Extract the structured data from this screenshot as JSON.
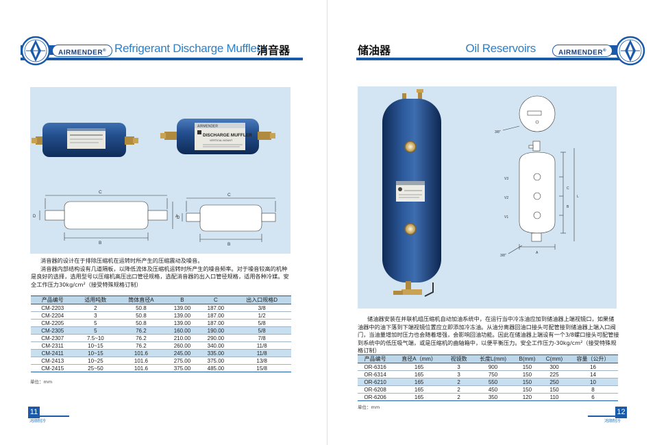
{
  "left": {
    "brand": "AIRMENDER",
    "brand_mark": "®",
    "title_en": "Refrigerant Discharge Mufflers",
    "title_cn": "消音器",
    "product_label": {
      "brand": "AIRMENDER",
      "title": "DISCHARGE MUFFLER",
      "sub": "VERTICAL MOUNT"
    },
    "drawing_labels": {
      "c": "C",
      "b": "B",
      "d": "D",
      "a": "A"
    },
    "paragraphs": [
      "消音器的设计在于排除压缩机在运转时所产生的压缩震动及噪音。",
      "消音器内部结构设有几道隔板，以降低流体及压缩机运转时所产生的噪音频率。对于噪音较高的机种是良好的选择，选用型号以压缩机高压出口管径规格，选配消音器的出入口管径规格，适用各种冷媒。安全工作压力30kg/cm²（接受特殊规格订制）"
    ],
    "table": {
      "headers": [
        "产品编号",
        "适用吨数",
        "筒体直径A",
        "B",
        "C",
        "出入口规格D"
      ],
      "rows": [
        [
          "CM-2203",
          "2",
          "50.8",
          "139.00",
          "187.00",
          "3/8"
        ],
        [
          "CM-2204",
          "3",
          "50.8",
          "139.00",
          "187.00",
          "1/2"
        ],
        [
          "CM-2205",
          "5",
          "50.8",
          "139.00",
          "187.00",
          "5/8"
        ],
        [
          "CM-2305",
          "5",
          "76.2",
          "160.00",
          "190.00",
          "5/8"
        ],
        [
          "CM-2307",
          "7.5~10",
          "76.2",
          "210.00",
          "290.00",
          "7/8"
        ],
        [
          "CM-2311",
          "10~15",
          "76.2",
          "260.00",
          "340.00",
          "11/8"
        ],
        [
          "CM-2411",
          "10~15",
          "101.6",
          "245.00",
          "335.00",
          "11/8"
        ],
        [
          "CM-2413",
          "10~25",
          "101.6",
          "275.00",
          "375.00",
          "13/8"
        ],
        [
          "CM-2415",
          "25~50",
          "101.6",
          "375.00",
          "485.00",
          "15/8"
        ]
      ]
    },
    "unit_note": "单位：mm",
    "page_number": "11",
    "footer_brand": "鸿顺制冷"
  },
  "right": {
    "brand": "AIRMENDER",
    "brand_mark": "®",
    "title_en": "Oil Reservoirs",
    "title_cn": "储油器",
    "drawing_labels": {
      "fitting_top": "3/8\"",
      "fitting_bottom": "3/8\"",
      "v3": "V3",
      "v2": "V2",
      "v1": "V1",
      "l": "L",
      "c": "C",
      "b": "B",
      "a": "A"
    },
    "paragraphs": [
      "储油器安装在并联机组压缩机自动加油系统中，在运行当中冷冻油应加到储油器上端视镜口，如果储油器中的油下落到下端视镜位置应立即添加冷冻油。从油分离器回油口接头可配管接到储油器上端入口阀门，当油量增加时压力也会随着增强，会影响回油功能。因此在储油器上端设有一个3/8螺口接头可配管接到系统中的低压吸气端，或是压缩机的曲轴箱中，以便平衡压力。安全工作压力-30kg/cm²（接受特殊规格订制）"
    ],
    "table": {
      "headers": [
        "产品编号",
        "直径A（mm）",
        "视镜数",
        "长度L(mm)",
        "B(mm)",
        "C(mm)",
        "容量（公升）"
      ],
      "rows": [
        [
          "OR-6316",
          "165",
          "3",
          "900",
          "150",
          "300",
          "16"
        ],
        [
          "OR-6314",
          "165",
          "3",
          "750",
          "150",
          "225",
          "14"
        ],
        [
          "OR-6210",
          "165",
          "2",
          "550",
          "150",
          "250",
          "10"
        ],
        [
          "OR-6208",
          "165",
          "2",
          "450",
          "150",
          "150",
          "8"
        ],
        [
          "OR-6206",
          "165",
          "2",
          "350",
          "120",
          "110",
          "6"
        ]
      ]
    },
    "unit_note": "单位：mm",
    "page_number": "12",
    "footer_brand": "鸿顺制冷"
  },
  "colors": {
    "accent": "#1a5aa8",
    "title_blue": "#2a7fc8",
    "panel": "#d3e5f3",
    "row_highlight": "#c8dff0"
  }
}
